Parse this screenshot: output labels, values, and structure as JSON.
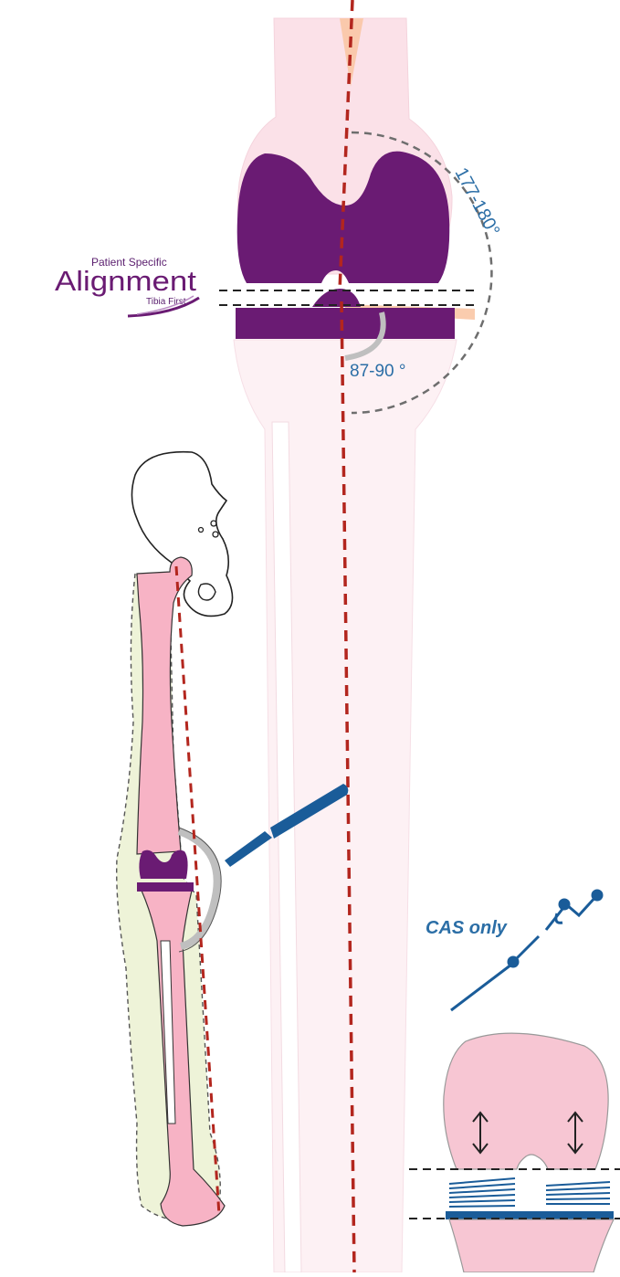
{
  "logo": {
    "line1": "Patient Specific",
    "line2": "Alignment",
    "line3": "Tibia First"
  },
  "angles": {
    "hka": "177-180°",
    "tibial": "87-90 °"
  },
  "cas_label": "CAS only",
  "colors": {
    "bone_pink": "#f7c6d3",
    "bone_faint": "#fbe6ec",
    "implant_purple": "#6a1b73",
    "axis_red": "#b3261e",
    "instrument_blue": "#1a5c99",
    "label_blue": "#2b6ea6",
    "soft_tissue_green": "#eef3d8"
  },
  "icons": [
    "scalpel-icon",
    "cas-tracker-icon",
    "gap-arrow-icon"
  ]
}
